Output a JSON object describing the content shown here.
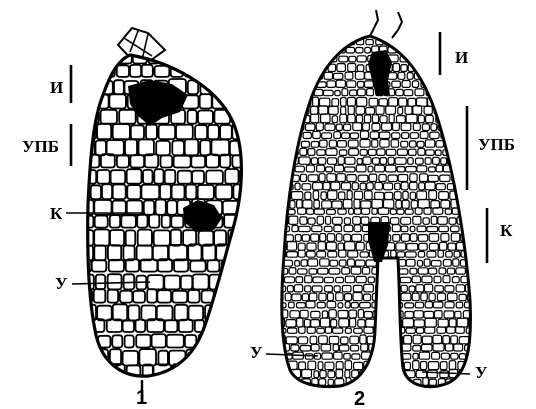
{
  "figure": {
    "labels": {
      "left_i": "И",
      "left_upb": "УПБ",
      "left_k": "К",
      "left_u": "У",
      "right_i": "И",
      "right_upb": "УПБ",
      "right_k": "К",
      "right_u_left": "У",
      "right_u_right": "У"
    },
    "numbers": {
      "fig1": "1",
      "fig2": "2"
    },
    "colors": {
      "ink": "#000000",
      "paper": "#ffffff"
    }
  }
}
